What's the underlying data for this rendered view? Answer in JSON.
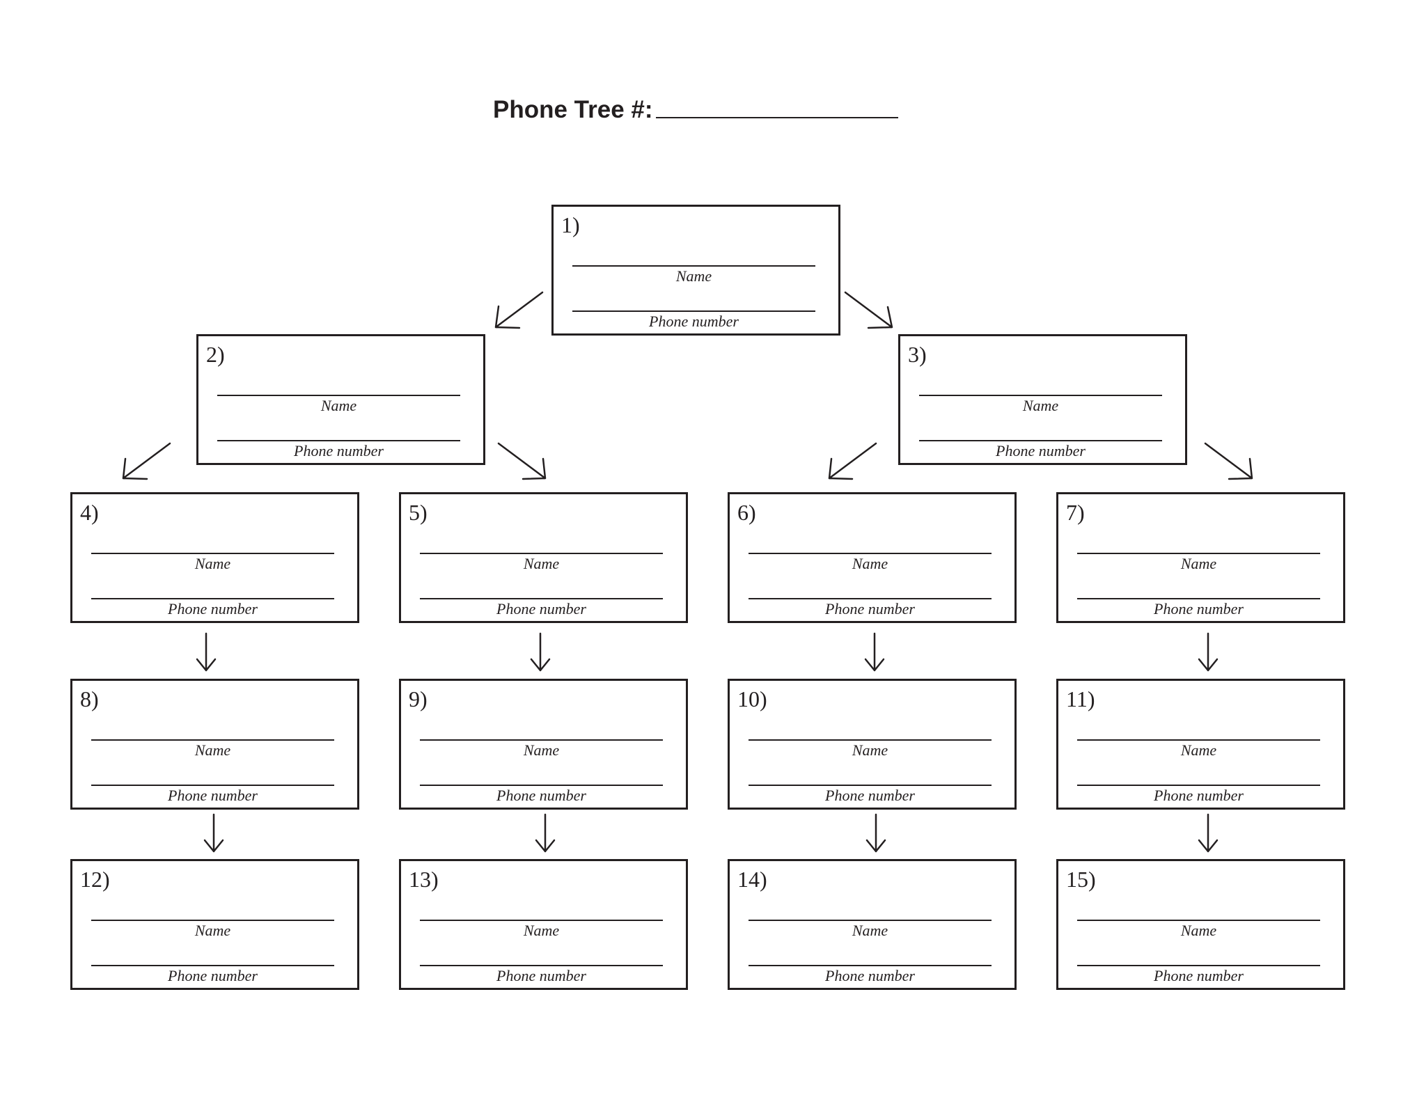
{
  "header": {
    "title": "Phone Tree #:"
  },
  "card_field_labels": {
    "name": "Name",
    "phone": "Phone number"
  },
  "cards": [
    {
      "number": "1)"
    },
    {
      "number": "2)"
    },
    {
      "number": "3)"
    },
    {
      "number": "4)"
    },
    {
      "number": "5)"
    },
    {
      "number": "6)"
    },
    {
      "number": "7)"
    },
    {
      "number": "8)"
    },
    {
      "number": "9)"
    },
    {
      "number": "10)"
    },
    {
      "number": "11)"
    },
    {
      "number": "12)"
    },
    {
      "number": "13)"
    },
    {
      "number": "14)"
    },
    {
      "number": "15)"
    }
  ],
  "connections": [
    {
      "from": "1)",
      "to": "2)"
    },
    {
      "from": "1)",
      "to": "3)"
    },
    {
      "from": "2)",
      "to": "4)"
    },
    {
      "from": "2)",
      "to": "5)"
    },
    {
      "from": "3)",
      "to": "6)"
    },
    {
      "from": "3)",
      "to": "7)"
    },
    {
      "from": "4)",
      "to": "8)"
    },
    {
      "from": "5)",
      "to": "9)"
    },
    {
      "from": "6)",
      "to": "10)"
    },
    {
      "from": "7)",
      "to": "11)"
    },
    {
      "from": "8)",
      "to": "12)"
    },
    {
      "from": "9)",
      "to": "13)"
    },
    {
      "from": "10)",
      "to": "14)"
    },
    {
      "from": "11)",
      "to": "15)"
    }
  ]
}
